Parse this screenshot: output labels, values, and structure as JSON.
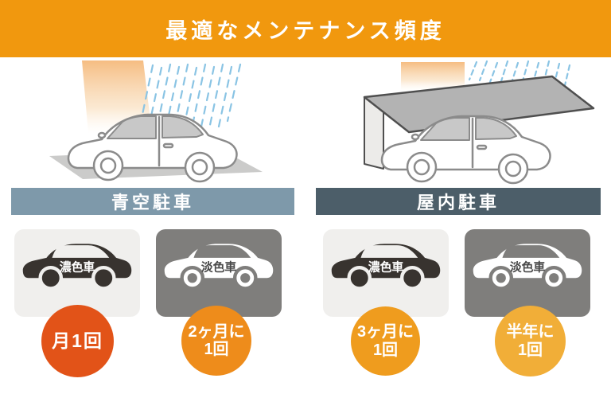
{
  "title": "最適なメンテナンス頻度",
  "colors": {
    "header_bg": "#F1980E",
    "bar_outdoor": "#7E99AA",
    "bar_indoor": "#4C5E69",
    "card_light": "#F0EFED",
    "card_dark": "#7F7E7C",
    "silhouette_dark": "#38332F",
    "silhouette_light": "#FFFFFF",
    "car_label_on_dark": "#FFFFFF",
    "car_label_on_light": "#4A4A4A",
    "rain": "#8AC4E4",
    "sunbeam": "#F5BC80",
    "outline": "#8B8B8B",
    "roof": "#B3B3B3",
    "roof_outline": "#4F4F4F",
    "wall": "#ECEBE9",
    "shadow": "#CBCBCA"
  },
  "sections": [
    {
      "label": "青空駐車",
      "header_color": "#7E99AA",
      "items": [
        {
          "car_type": "濃色車",
          "car_shade": "dark",
          "circle_color": "#E25318",
          "frequency_lines": [
            "月1回"
          ]
        },
        {
          "car_type": "淡色車",
          "car_shade": "light",
          "circle_color": "#EE8C1B",
          "frequency_lines": [
            "2ヶ月に",
            "1回"
          ]
        }
      ]
    },
    {
      "label": "屋内駐車",
      "header_color": "#4C5E69",
      "items": [
        {
          "car_type": "濃色車",
          "car_shade": "dark",
          "circle_color": "#EF9C1E",
          "frequency_lines": [
            "3ヶ月に",
            "1回"
          ]
        },
        {
          "car_type": "淡色車",
          "car_shade": "light",
          "circle_color": "#F1AE38",
          "frequency_lines": [
            "半年に",
            "1回"
          ]
        }
      ]
    }
  ]
}
